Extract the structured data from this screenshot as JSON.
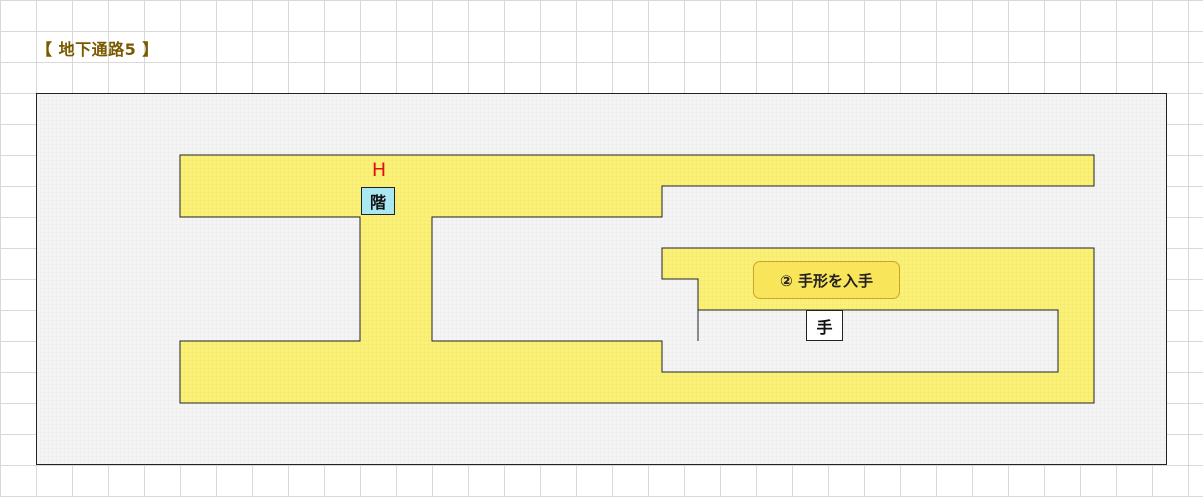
{
  "map": {
    "title": "【 地下通路5 】",
    "stairs_marker": "H",
    "stairs_label": "階",
    "hand_label": "手",
    "event_label": "② 手形を入手",
    "colors": {
      "corridor": "#fbf179",
      "frame_background": "#f4f4f4",
      "stairs": "#a9e8f2",
      "event": "#f9e55a",
      "marker": "#e01010",
      "title": "#7a5a00"
    }
  }
}
